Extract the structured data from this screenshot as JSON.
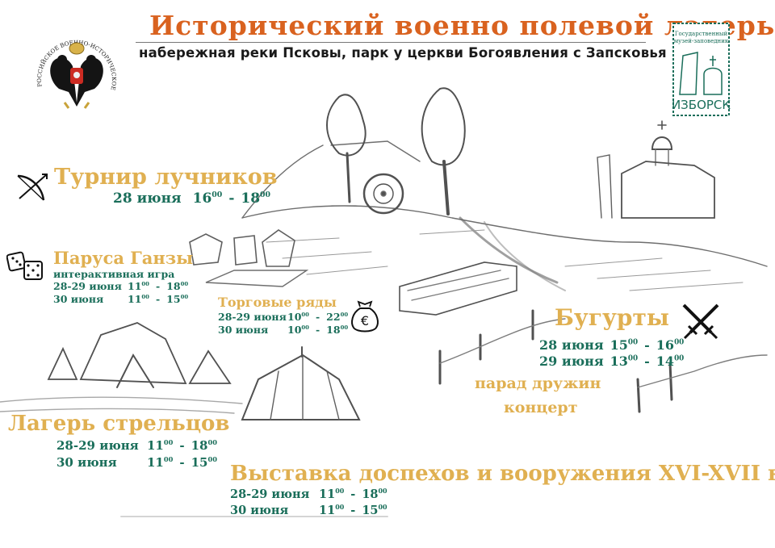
{
  "header": {
    "title": "Исторический военно полевой лагерь",
    "subtitle": "набережная реки Псковы, парк у церкви Богоявления с Запсковья"
  },
  "logos": {
    "left": {
      "name": "rvio-emblem",
      "ring_text": "РОССИЙСКОЕ ВОЕННО-ИСТОРИЧЕСКОЕ ОБЩЕСТВО"
    },
    "right": {
      "name": "izborsk-museum-stamp",
      "line1": "Государственный",
      "line2": "музей-заповедник",
      "wordmark": "ИЗБОРСК"
    }
  },
  "colors": {
    "title": "#d9621f",
    "heading": "#e0b051",
    "schedule": "#1a6e5a",
    "subtitle": "#1a1a1a"
  },
  "events": {
    "archers": {
      "icon": "bow-arrow-icon",
      "title": "Турнир лучников",
      "rows": [
        {
          "date": "28 июня",
          "start": "16",
          "end": "18"
        }
      ]
    },
    "hansa": {
      "icon": "dice-icon",
      "title": "Паруса Ганзы",
      "note": "интерактивная   игра",
      "rows": [
        {
          "date": "28-29 июня",
          "start": "11",
          "end": "18"
        },
        {
          "date": "30 июня",
          "start": "11",
          "end": "15"
        }
      ]
    },
    "market": {
      "icon": "money-bag-euro-icon",
      "title": "Торговые ряды",
      "rows": [
        {
          "date": "28-29 июня",
          "start": "10",
          "end": "22"
        },
        {
          "date": "30 июня",
          "start": "10",
          "end": "18"
        }
      ]
    },
    "buhurt": {
      "icon": "crossed-swords-icon",
      "title": "Бугурты",
      "rows": [
        {
          "date": "28 июня",
          "start": "15",
          "end": "16"
        },
        {
          "date": "29 июня",
          "start": "13",
          "end": "14"
        }
      ]
    },
    "parade": {
      "line1": "парад дружин",
      "line2": "концерт"
    },
    "streltsy": {
      "title": "Лагерь стрельцов",
      "rows": [
        {
          "date": "28-29 июня",
          "start": "11",
          "end": "18"
        },
        {
          "date": "30 июня",
          "start": "11",
          "end": "15"
        }
      ]
    },
    "armor": {
      "title": "Выставка доспехов и вооружения XVI-XVII вв.",
      "rows": [
        {
          "date": "28-29 июня",
          "start": "11",
          "end": "18"
        },
        {
          "date": "30 июня",
          "start": "11",
          "end": "15"
        }
      ]
    }
  },
  "time": {
    "minutes": "00",
    "dash": "-"
  }
}
